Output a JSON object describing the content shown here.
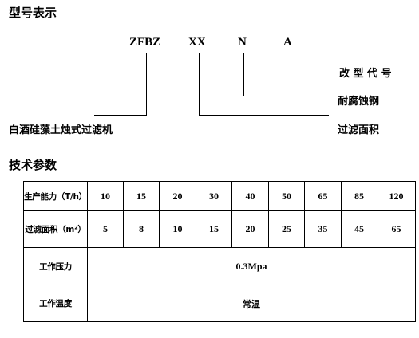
{
  "model_title": "型号表示",
  "model_code": {
    "p1": "ZFBZ",
    "p2": "XX",
    "p3": "N",
    "p4": "A"
  },
  "callouts": {
    "a": "改 型 代 号",
    "n": "耐腐蚀钢",
    "xx": "过滤面积",
    "zfbz": "白酒硅藻土烛式过滤机"
  },
  "spec_title": "技术参数",
  "table": {
    "rows": [
      {
        "label": "生产能力（T/h）",
        "values": [
          "10",
          "15",
          "20",
          "30",
          "40",
          "50",
          "65",
          "85",
          "120"
        ]
      },
      {
        "label": "过滤面积（m²）",
        "values": [
          "5",
          "8",
          "10",
          "15",
          "20",
          "25",
          "35",
          "45",
          "65"
        ]
      },
      {
        "label": "工作压力",
        "value": "0.3Mpa"
      },
      {
        "label": "工作温度",
        "value": "常温"
      }
    ]
  }
}
